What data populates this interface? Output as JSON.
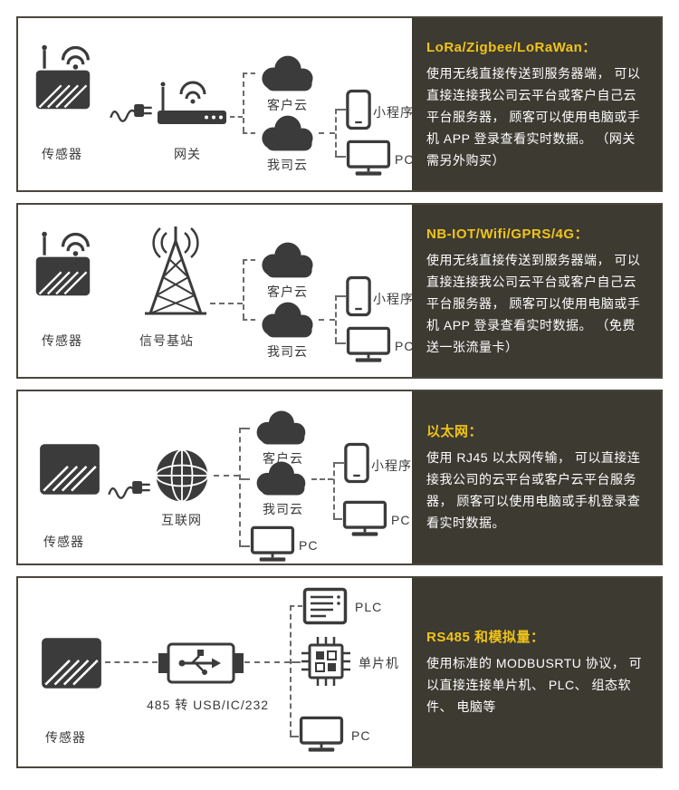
{
  "colors": {
    "accent": "#f0c419",
    "panel": "#3d3a32",
    "icon": "#3b3b3b",
    "line": "#6b6b6b"
  },
  "rows": [
    {
      "id": "lora",
      "title": "LoRa/Zigbee/LoRaWan：",
      "body": "使用无线直接传送到服务器端， 可以直接连接我公司云平台或客户自己云平台服务器， 顾客可以使用电脑或手机 APP 登录查看实时数据。 （网关需另外购买）",
      "labels": {
        "sensor": "传感器",
        "gateway": "网关",
        "customer_cloud": "客户云",
        "our_cloud": "我司云",
        "mini_program": "小程序",
        "pc": "PC"
      }
    },
    {
      "id": "nbiot",
      "title": "NB-IOT/Wifi/GPRS/4G：",
      "body": "使用无线直接传送到服务器端， 可以直接连接我公司云平台或客户自己云平台服务器， 顾客可以使用电脑或手机 APP 登录查看实时数据。 （免费送一张流量卡）",
      "labels": {
        "sensor": "传感器",
        "station": "信号基站",
        "customer_cloud": "客户云",
        "our_cloud": "我司云",
        "mini_program": "小程序",
        "pc": "PC"
      }
    },
    {
      "id": "ethernet",
      "title": "以太网：",
      "body": "使用 RJ45 以太网传输， 可以直接连接我公司的云平台或客户云平台服务器， 顾客可以使用电脑或手机登录查看实时数据。",
      "labels": {
        "sensor": "传感器",
        "internet": "互联网",
        "customer_cloud": "客户云",
        "our_cloud": "我司云",
        "mini_program": "小程序",
        "pc_right": "PC",
        "pc_bottom": "PC"
      }
    },
    {
      "id": "rs485",
      "title": "RS485 和模拟量：",
      "body": "使用标准的 MODBUSRTU 协议， 可以直接连接单片机、 PLC、 组态软件、 电脑等",
      "labels": {
        "sensor": "传感器",
        "converter": "485 转 USB/IC/232",
        "plc": "PLC",
        "mcu": "单片机",
        "pc": "PC"
      }
    }
  ]
}
